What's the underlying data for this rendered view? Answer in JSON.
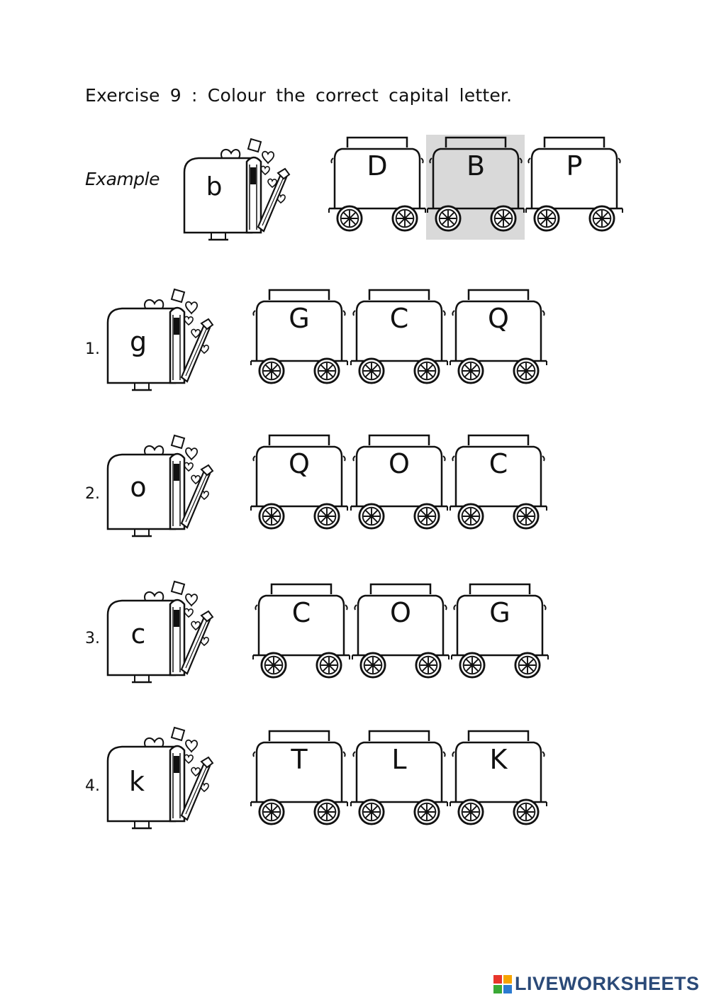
{
  "instruction": "Exercise 9 : Colour the correct capital letter.",
  "example": {
    "label": "Example",
    "lowercase": "b",
    "options": [
      "D",
      "B",
      "P"
    ],
    "shaded_option": "B"
  },
  "questions": [
    {
      "number": "1.",
      "lowercase": "g",
      "options": [
        "G",
        "C",
        "Q"
      ]
    },
    {
      "number": "2.",
      "lowercase": "o",
      "options": [
        "Q",
        "O",
        "C"
      ]
    },
    {
      "number": "3.",
      "lowercase": "c",
      "options": [
        "C",
        "O",
        "G"
      ]
    },
    {
      "number": "4.",
      "lowercase": "k",
      "options": [
        "T",
        "L",
        "K"
      ]
    }
  ],
  "branding": {
    "logo_text": "LIVEWORKSHEETS",
    "logo_color": "#2b4a78",
    "logo_mark_colors": [
      "#e8352b",
      "#f6a400",
      "#3aa935",
      "#2b7bd1"
    ]
  },
  "colors": {
    "highlight": "#d9d9d9",
    "ink": "#111111"
  }
}
